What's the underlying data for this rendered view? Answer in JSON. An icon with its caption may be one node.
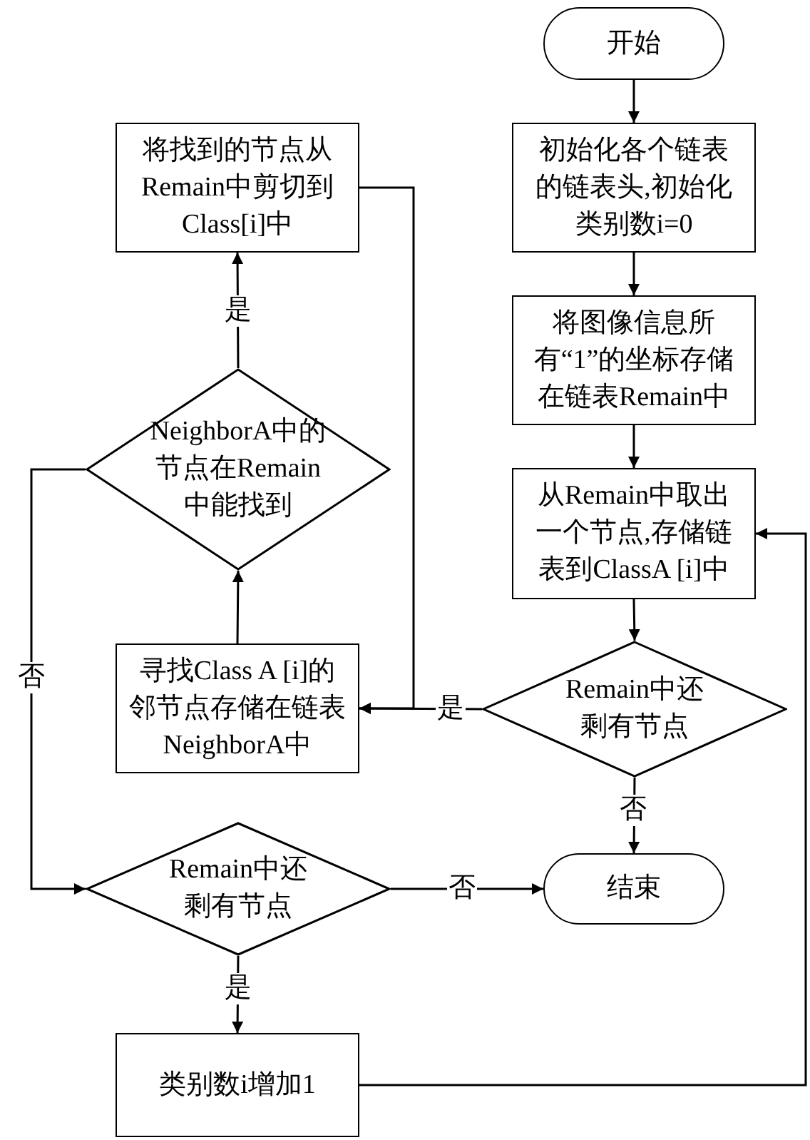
{
  "diagram": {
    "nodes": [
      {
        "text": [
          "开始"
        ]
      },
      {
        "text": [
          "初始化各个链表的链表头,初始化类别数i=0"
        ]
      },
      {
        "text": [
          "将图像信息所有“1”的坐标存储在链表Remain中"
        ]
      },
      {
        "text": [
          "从Remain中取出一个节点,存储链表到ClassA [i]中"
        ]
      },
      {
        "text": [
          "Remain中还剩有节点"
        ]
      },
      {
        "text": [
          "结束"
        ]
      },
      {
        "text": [
          "将找到的节点从Remain中剪切到Class[i]中"
        ]
      },
      {
        "text": [
          "NeighborA中的节点在Remain中能找到"
        ]
      },
      {
        "text": [
          "寻找Class A [i]的邻节点存储在链表NeighborA中"
        ]
      },
      {
        "text": [
          "Remain中还剩有节点"
        ]
      },
      {
        "text": [
          "类别数i增加1"
        ]
      }
    ],
    "edges": [
      {
        "from": 0,
        "to": 1,
        "arrow": "to"
      },
      {
        "from": 1,
        "to": 2,
        "arrow": "to"
      },
      {
        "from": 2,
        "to": 3,
        "arrow": "to"
      },
      {
        "from": 3,
        "to": 4,
        "arrow": "to"
      },
      {
        "from": 4,
        "to": 8,
        "arrow": "to",
        "label": "是"
      },
      {
        "from": 4,
        "to": 5,
        "arrow": "to",
        "label": "否"
      },
      {
        "from": 7,
        "to": 6,
        "arrow": "to",
        "label": "是"
      },
      {
        "from": 8,
        "to": 7,
        "arrow": "to"
      },
      {
        "from": 6,
        "to": 8,
        "arrow": "to"
      },
      {
        "from": 7,
        "to": 9,
        "arrow": "to",
        "label": "否"
      },
      {
        "from": 9,
        "to": 5,
        "arrow": "to",
        "label": "否"
      },
      {
        "from": 9,
        "to": 10,
        "arrow": "to",
        "label": "是"
      },
      {
        "from": 10,
        "to": 3,
        "arrow": "to"
      }
    ]
  }
}
